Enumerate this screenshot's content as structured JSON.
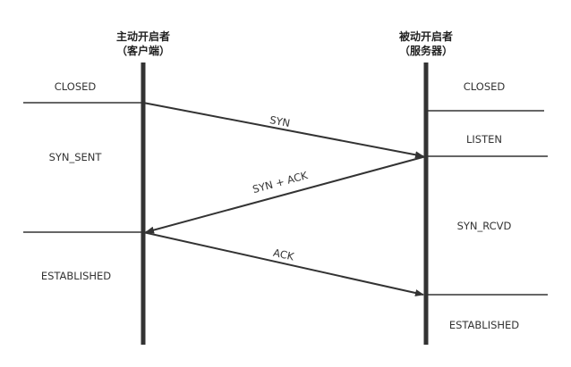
{
  "client": {
    "title_line1": "主动开启者",
    "title_line2": "（客户端）",
    "states": [
      "CLOSED",
      "SYN_SENT",
      "ESTABLISHED"
    ]
  },
  "server": {
    "title_line1": "被动开启者",
    "title_line2": "（服务器）",
    "states": [
      "CLOSED",
      "LISTEN",
      "SYN_RCVD",
      "ESTABLISHED"
    ]
  },
  "messages": [
    {
      "label": "SYN",
      "direction": "client-to-server"
    },
    {
      "label": "SYN + ACK",
      "direction": "server-to-client"
    },
    {
      "label": "ACK",
      "direction": "client-to-server"
    }
  ],
  "colors": {
    "timeline": "#333333",
    "line": "#333333",
    "text": "#333333"
  }
}
